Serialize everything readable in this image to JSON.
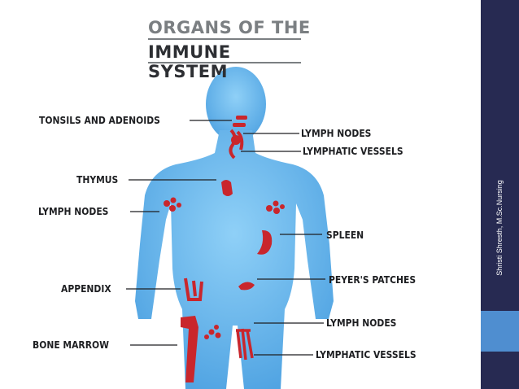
{
  "title": {
    "line1": "ORGANS OF THE",
    "line2": "IMMUNE SYSTEM"
  },
  "labels": {
    "tonsils": "TONSILS AND ADENOIDS",
    "lymph_nodes_neck": "LYMPH NODES",
    "lymphatic_vessels_neck": "LYMPHATIC VESSELS",
    "thymus": "THYMUS",
    "lymph_nodes_arm": "LYMPH NODES",
    "spleen": "SPLEEN",
    "appendix": "APPENDIX",
    "peyers_patches": "PEYER'S PATCHES",
    "lymph_nodes_groin": "LYMPH NODES",
    "bone_marrow": "BONE MARROW",
    "lymphatic_vessels_leg": "LYMPHATIC VESSELS"
  },
  "sidebar": {
    "author": "Shristi Shresth, M.Sc.Nursing"
  },
  "colors": {
    "body": "#5faee8",
    "organ": "#c9262c",
    "sidebar": "#272a52",
    "accent": "#4f8ed0"
  }
}
